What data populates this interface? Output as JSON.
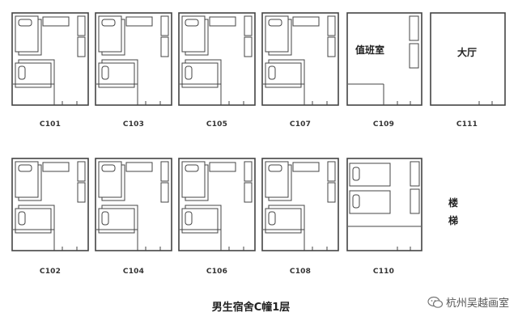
{
  "title": "男生宿舍C幢1层",
  "watermark": "杭州吴越画室",
  "rooms": {
    "c101": "C101",
    "c103": "C103",
    "c105": "C105",
    "c107": "C107",
    "c109": "C109",
    "c111": "C111",
    "c102": "C102",
    "c104": "C104",
    "c106": "C106",
    "c108": "C108",
    "c110": "C110"
  },
  "duty_room": "值班室",
  "hall": "大厅",
  "stair_label": [
    "楼",
    "梯"
  ],
  "colors": {
    "line": "#444444",
    "text": "#222222"
  }
}
